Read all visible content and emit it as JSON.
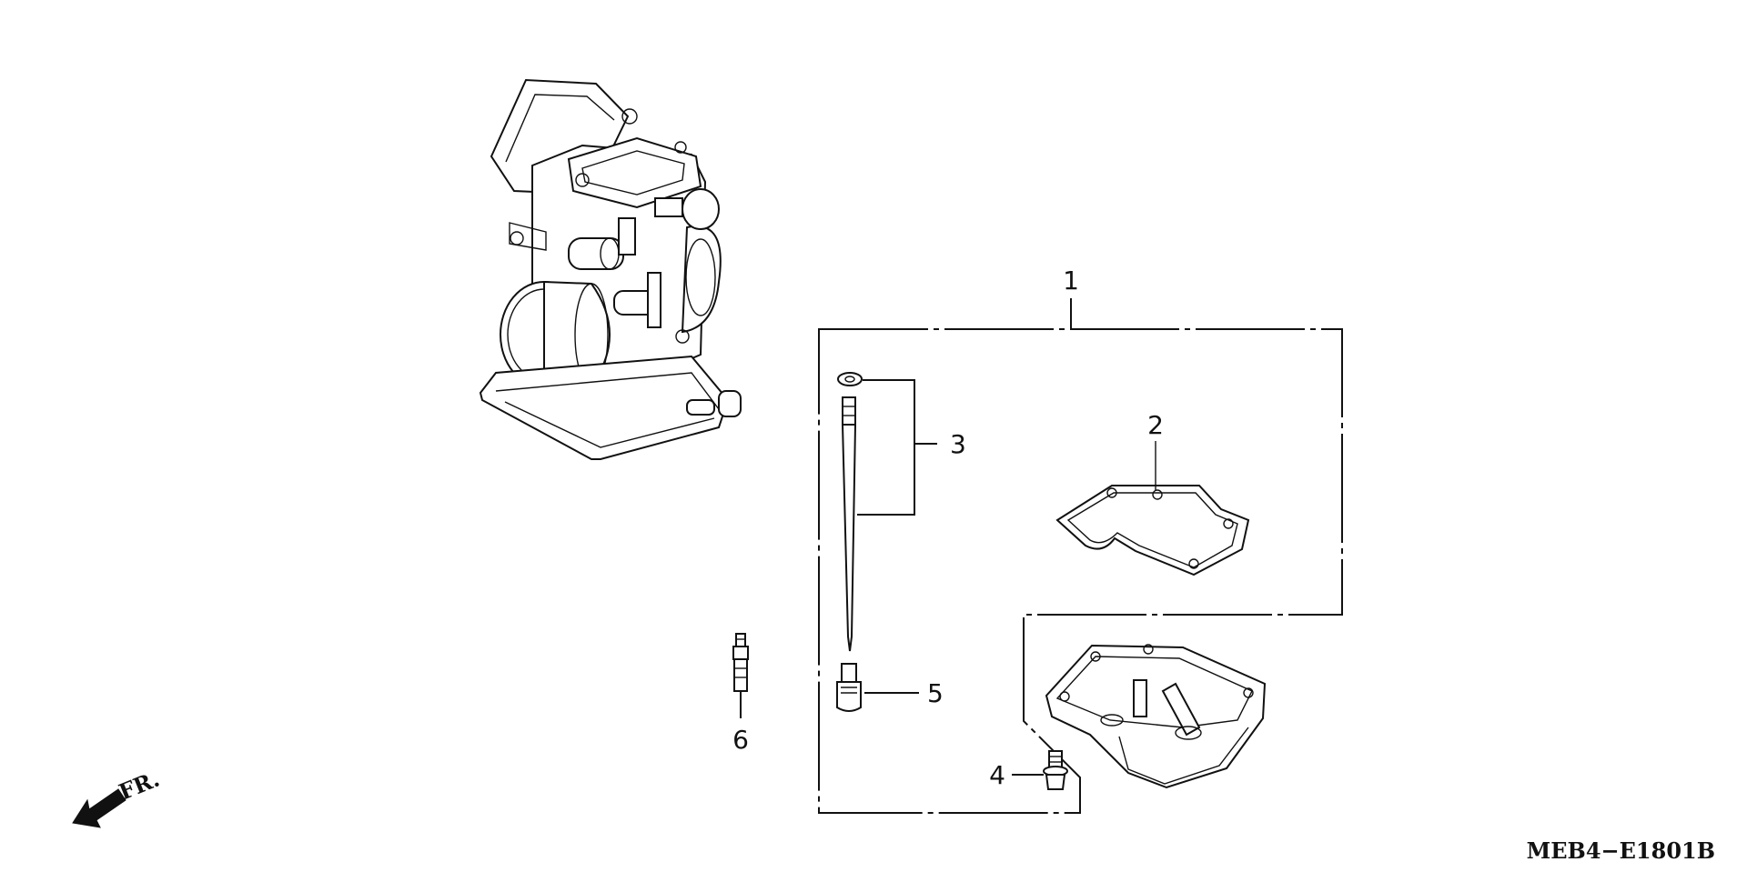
{
  "diagram": {
    "callouts": {
      "c1": "1",
      "c2": "2",
      "c3": "3",
      "c4": "4",
      "c5": "5",
      "c6": "6"
    },
    "direction_label": "FR.",
    "reference_code": "MEB4−E1801B"
  }
}
